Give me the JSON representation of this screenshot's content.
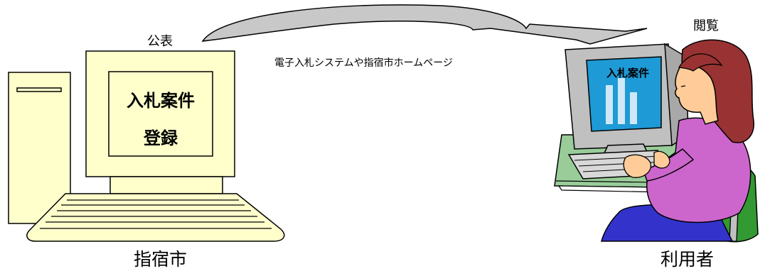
{
  "labels": {
    "publish": "公表",
    "channel": "電子入札システムや指宿市ホームページ",
    "view": "閲覧",
    "city": "指宿市",
    "user": "利用者"
  },
  "left_screen": {
    "line1": "入札案件",
    "line2": "登録"
  },
  "right_screen": {
    "title": "入札案件"
  },
  "colors": {
    "computer_fill": "#ffffcc",
    "arrow_fill": "#c8c8c8",
    "monitor_gray": "#c0c0c0",
    "screen_blue": "#1e9ad6",
    "desk_green": "#99cc99",
    "shirt_purple": "#cc66cc",
    "hair_brown": "#993333",
    "skin": "#ffcc99",
    "chair_green": "#339933",
    "pants_blue": "#3333cc"
  }
}
